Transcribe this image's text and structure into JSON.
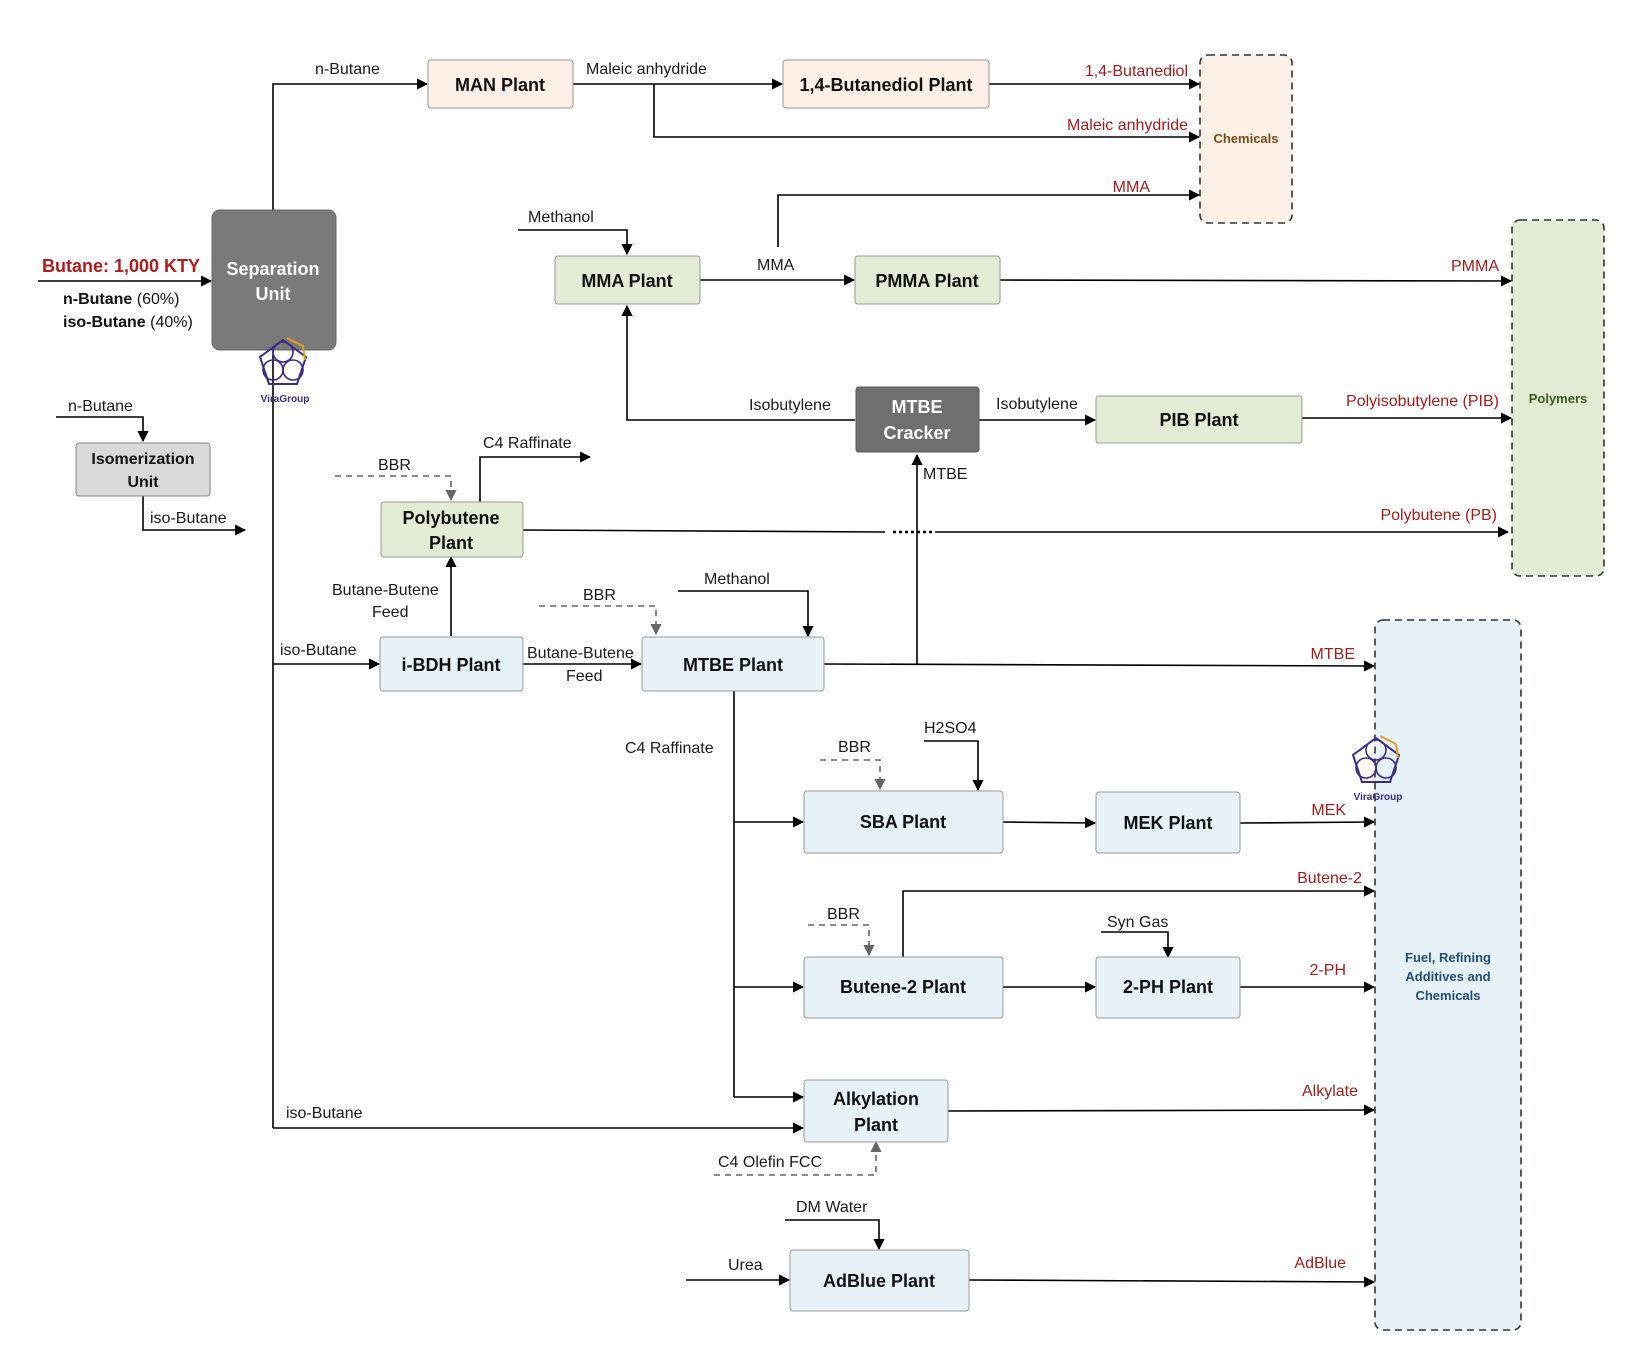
{
  "feed": {
    "title": "Butane: 1,000 KTY",
    "n_butane_name": "n-Butane",
    "n_butane_share": "(60%)",
    "iso_butane_name": "iso-Butane",
    "iso_butane_share": "(40%)"
  },
  "units": {
    "separation": [
      "Separation",
      "Unit"
    ],
    "isomerization": [
      "Isomerization",
      "Unit"
    ],
    "man": "MAN Plant",
    "butanediol": "1,4-Butanediol Plant",
    "mma": "MMA Plant",
    "pmma": "PMMA Plant",
    "mtbe_cracker": [
      "MTBE",
      "Cracker"
    ],
    "pib": "PIB Plant",
    "polybutene": [
      "Polybutene",
      "Plant"
    ],
    "ibdh": "i-BDH Plant",
    "mtbe": "MTBE Plant",
    "sba": "SBA Plant",
    "mek": "MEK Plant",
    "butene2": "Butene-2 Plant",
    "ph2": "2-PH Plant",
    "alkylation": [
      "Alkylation",
      "Plant"
    ],
    "adblue": "AdBlue Plant"
  },
  "groups": {
    "chemicals": "Chemicals",
    "polymers": "Polymers",
    "fuel": [
      "Fuel, Refining",
      "Additives and",
      "Chemicals"
    ]
  },
  "stream_labels": {
    "n_butane_top": "n-Butane",
    "maleic_anhydride_mid": "Maleic anhydride",
    "methanol_mma": "Methanol",
    "mma_mid": "MMA",
    "isobutylene_left": "Isobutylene",
    "isobutylene_right": "Isobutylene",
    "mtbe_up": "MTBE",
    "n_butane_iso_in": "n-Butane",
    "iso_butane_iso_out": "iso-Butane",
    "bbr_polybutene": "BBR",
    "c4_raffinate_top": "C4 Raffinate",
    "butane_butene_feed_up": [
      "Butane-Butene",
      "Feed"
    ],
    "bbr_mtbe": "BBR",
    "methanol_mtbe": "Methanol",
    "iso_butane_ibdh": "iso-Butane",
    "butane_butene_feed_mid": [
      "Butane-Butene",
      "Feed"
    ],
    "c4_raffinate_down": "C4 Raffinate",
    "bbr_sba": "BBR",
    "h2so4": "H2SO4",
    "bbr_butene2": "BBR",
    "syn_gas": "Syn Gas",
    "iso_butane_alky": "iso-Butane",
    "c4_olefin_fcc": "C4 Olefin FCC",
    "dm_water": "DM Water",
    "urea": "Urea"
  },
  "products": {
    "butanediol": "1,4-Butanediol",
    "maleic_anhydride": "Maleic anhydride",
    "mma": "MMA",
    "pmma": "PMMA",
    "pib": "Polyisobutylene (PIB)",
    "pb": "Polybutene (PB)",
    "mtbe": "MTBE",
    "mek": "MEK",
    "butene2": "Butene-2",
    "ph2": "2-PH",
    "alkylate": "Alkylate",
    "adblue": "AdBlue"
  },
  "logo": {
    "brand": "ViraGroup"
  },
  "colors": {
    "product_text": "#a31c1c",
    "feed_title": "#b01c1c",
    "separation_fill": "#7a7a7a",
    "isomerization_fill": "#d9d9d9",
    "chemicals_fill": "#fdf1e7",
    "polymers_fill": "#e3ecd5",
    "fuel_fill": "#e6f1f8",
    "chemicals_text": "#7a4a14",
    "polymers_text": "#3d5a1c",
    "fuel_text": "#1f4e79"
  },
  "icons": [
    "pentagon-logo-icon"
  ]
}
